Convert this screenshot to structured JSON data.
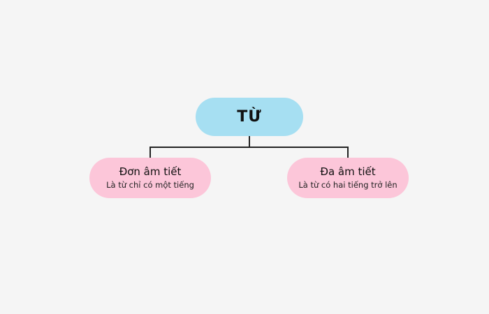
{
  "diagram": {
    "root": {
      "label": "TỪ",
      "color": "#a6dff2"
    },
    "children": [
      {
        "title": "Đơn âm tiết",
        "description": "Là từ chỉ có một tiếng",
        "color": "#fcc6d9"
      },
      {
        "title": "Đa âm tiết",
        "description": "Là từ có hai tiếng trở lên",
        "color": "#fcc6d9"
      }
    ],
    "connector_color": "#222222",
    "background": "#f5f5f5"
  }
}
